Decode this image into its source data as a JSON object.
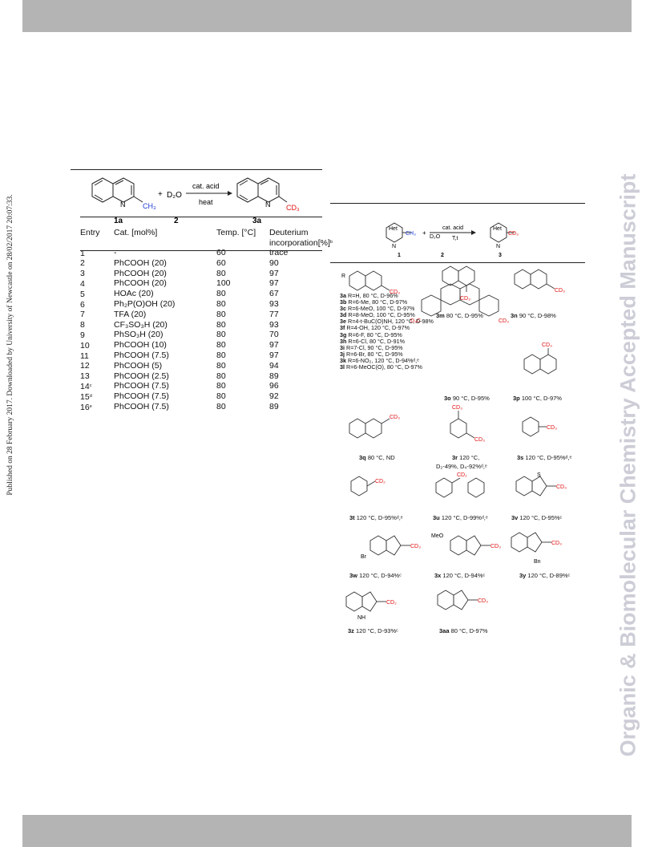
{
  "watermark": "Organic & Biomolecular Chemistry Accepted Manuscript",
  "published_line": "Published on 28 February 2017. Downloaded by University of Newcastle on 28/02/2017 20:07:33.",
  "left_scheme": {
    "reagent_above": "cat. acid",
    "reagent_below": "heat",
    "plus": "+",
    "d2o": "D₂O",
    "label_1a": "1a",
    "label_2": "2",
    "label_3a": "3a",
    "atom_n1": "N",
    "atom_n2": "N",
    "ch3": "CH₃",
    "cd3": "CD₃"
  },
  "table": {
    "headers": [
      "Entry",
      "Cat. [mol%]",
      "Temp. [°C]",
      "Deuterium"
    ],
    "header_line2": "incorporation[%]",
    "header_sup": "b",
    "rows": [
      {
        "entry": "1",
        "entry_sup": "",
        "cat": "-",
        "temp": "60",
        "d": "trace"
      },
      {
        "entry": "2",
        "entry_sup": "",
        "cat": "PhCOOH (20)",
        "temp": "60",
        "d": "90"
      },
      {
        "entry": "3",
        "entry_sup": "",
        "cat": "PhCOOH (20)",
        "temp": "80",
        "d": "97"
      },
      {
        "entry": "4",
        "entry_sup": "",
        "cat": "PhCOOH (20)",
        "temp": "100",
        "d": "97"
      },
      {
        "entry": "5",
        "entry_sup": "",
        "cat": "HOAc (20)",
        "temp": "80",
        "d": "67"
      },
      {
        "entry": "6",
        "entry_sup": "",
        "cat": "Ph₂P(O)OH (20)",
        "temp": "80",
        "d": "93"
      },
      {
        "entry": "7",
        "entry_sup": "",
        "cat": "TFA (20)",
        "temp": "80",
        "d": "77"
      },
      {
        "entry": "8",
        "entry_sup": "",
        "cat": "CF₃SO₃H (20)",
        "temp": "80",
        "d": "93"
      },
      {
        "entry": "9",
        "entry_sup": "",
        "cat": "PhSO₃H (20)",
        "temp": "80",
        "d": "70"
      },
      {
        "entry": "10",
        "entry_sup": "",
        "cat": "PhCOOH (10)",
        "temp": "80",
        "d": "97"
      },
      {
        "entry": "11",
        "entry_sup": "",
        "cat": "PhCOOH (7.5)",
        "temp": "80",
        "d": "97"
      },
      {
        "entry": "12",
        "entry_sup": "",
        "cat": "PhCOOH (5)",
        "temp": "80",
        "d": "94"
      },
      {
        "entry": "13",
        "entry_sup": "",
        "cat": "PhCOOH (2.5)",
        "temp": "80",
        "d": "89"
      },
      {
        "entry": "14",
        "entry_sup": "c",
        "cat": "PhCOOH (7.5)",
        "temp": "80",
        "d": "96"
      },
      {
        "entry": "15",
        "entry_sup": "d",
        "cat": "PhCOOH (7.5)",
        "temp": "80",
        "d": "92"
      },
      {
        "entry": "16",
        "entry_sup": "e",
        "cat": "PhCOOH (7.5)",
        "temp": "80",
        "d": "89"
      }
    ]
  },
  "right_scheme": {
    "het": "Het",
    "atom_n": "N",
    "ch3": "CH₃",
    "cd3": "CD₃",
    "plus": "+",
    "d2o": "D₂O",
    "reagent_above": "cat. acid",
    "reagent_below": "T,t",
    "label_1": "1",
    "label_2": "2",
    "label_3": "3",
    "r_label": "R"
  },
  "list_3": [
    {
      "id": "3a",
      "text": " R=H, 80 °C, D-96%"
    },
    {
      "id": "3b",
      "text": " R=6-Me, 80 °C, D-97%"
    },
    {
      "id": "3c",
      "text": " R=6-MeO, 100 °C, D-97%"
    },
    {
      "id": "3d",
      "text": " R=8-MeO, 100 °C, D-95%"
    },
    {
      "id": "3e",
      "text": " R=4-t-BuC(O)NH, 120 °C, D-98%"
    },
    {
      "id": "3f",
      "text": " R=4-OH, 120 °C, D-97%"
    },
    {
      "id": "3g",
      "text": " R=6-F, 80 °C, D-95%"
    },
    {
      "id": "3h",
      "text": " R=6-Cl, 80 °C, D-91%"
    },
    {
      "id": "3i",
      "text": " R=7-Cl, 90 °C, D-95%"
    },
    {
      "id": "3j",
      "text": " R=6-Br, 80 °C, D-95%"
    },
    {
      "id": "3k",
      "text": " R=6-NO₂, 120 °C, D-94%ᵈ,ᵉ"
    },
    {
      "id": "3l",
      "text": " R=6-MeOC(O), 80 °C, D-97%"
    }
  ],
  "compounds": {
    "c3m": {
      "id": "3m",
      "text": " 80 °C, D-95%"
    },
    "c3n": {
      "id": "3n",
      "text": " 90 °C, D-98%"
    },
    "c3o": {
      "id": "3o",
      "text": " 90 °C, D-95%"
    },
    "c3p": {
      "id": "3p",
      "text": " 100 °C, D-97%"
    },
    "c3q": {
      "id": "3q",
      "text": " 80 °C, ND"
    },
    "c3r": {
      "id": "3r",
      "text": " 120 °C,"
    },
    "c3r2": {
      "text": "D₂-49%, D₄-92%ᵈ,ᵉ"
    },
    "c3s": {
      "id": "3s",
      "text": " 120 °C, D-95%ᵈ,ᵉ"
    },
    "c3t": {
      "id": "3t",
      "text": " 120 °C, D-95%ᵈ,ᵉ"
    },
    "c3u": {
      "id": "3u",
      "text": " 120 °C, D-99%ᵈ,ᵉ"
    },
    "c3v": {
      "id": "3v",
      "text": " 120 °C, D-95%ᶜ"
    },
    "c3w": {
      "id": "3w",
      "text": " 120 °C, D-94%ᶜ"
    },
    "c3x": {
      "id": "3x",
      "text": " 120 °C, D-94%ᶜ"
    },
    "c3y": {
      "id": "3y",
      "text": " 120 °C, D-89%ᶜ"
    },
    "c3z": {
      "id": "3z",
      "text": " 120 °C, D-93%ᶜ"
    },
    "c3aa": {
      "id": "3aa",
      "text": " 80 °C, D-97%"
    }
  },
  "struct_labels": {
    "cd3": "CD₃",
    "cd2": "CD₂",
    "d3c": "D₃C",
    "s": "S",
    "n": "N",
    "nh": "NH",
    "meo": "MeO",
    "br": "Br",
    "bn": "Bn"
  }
}
